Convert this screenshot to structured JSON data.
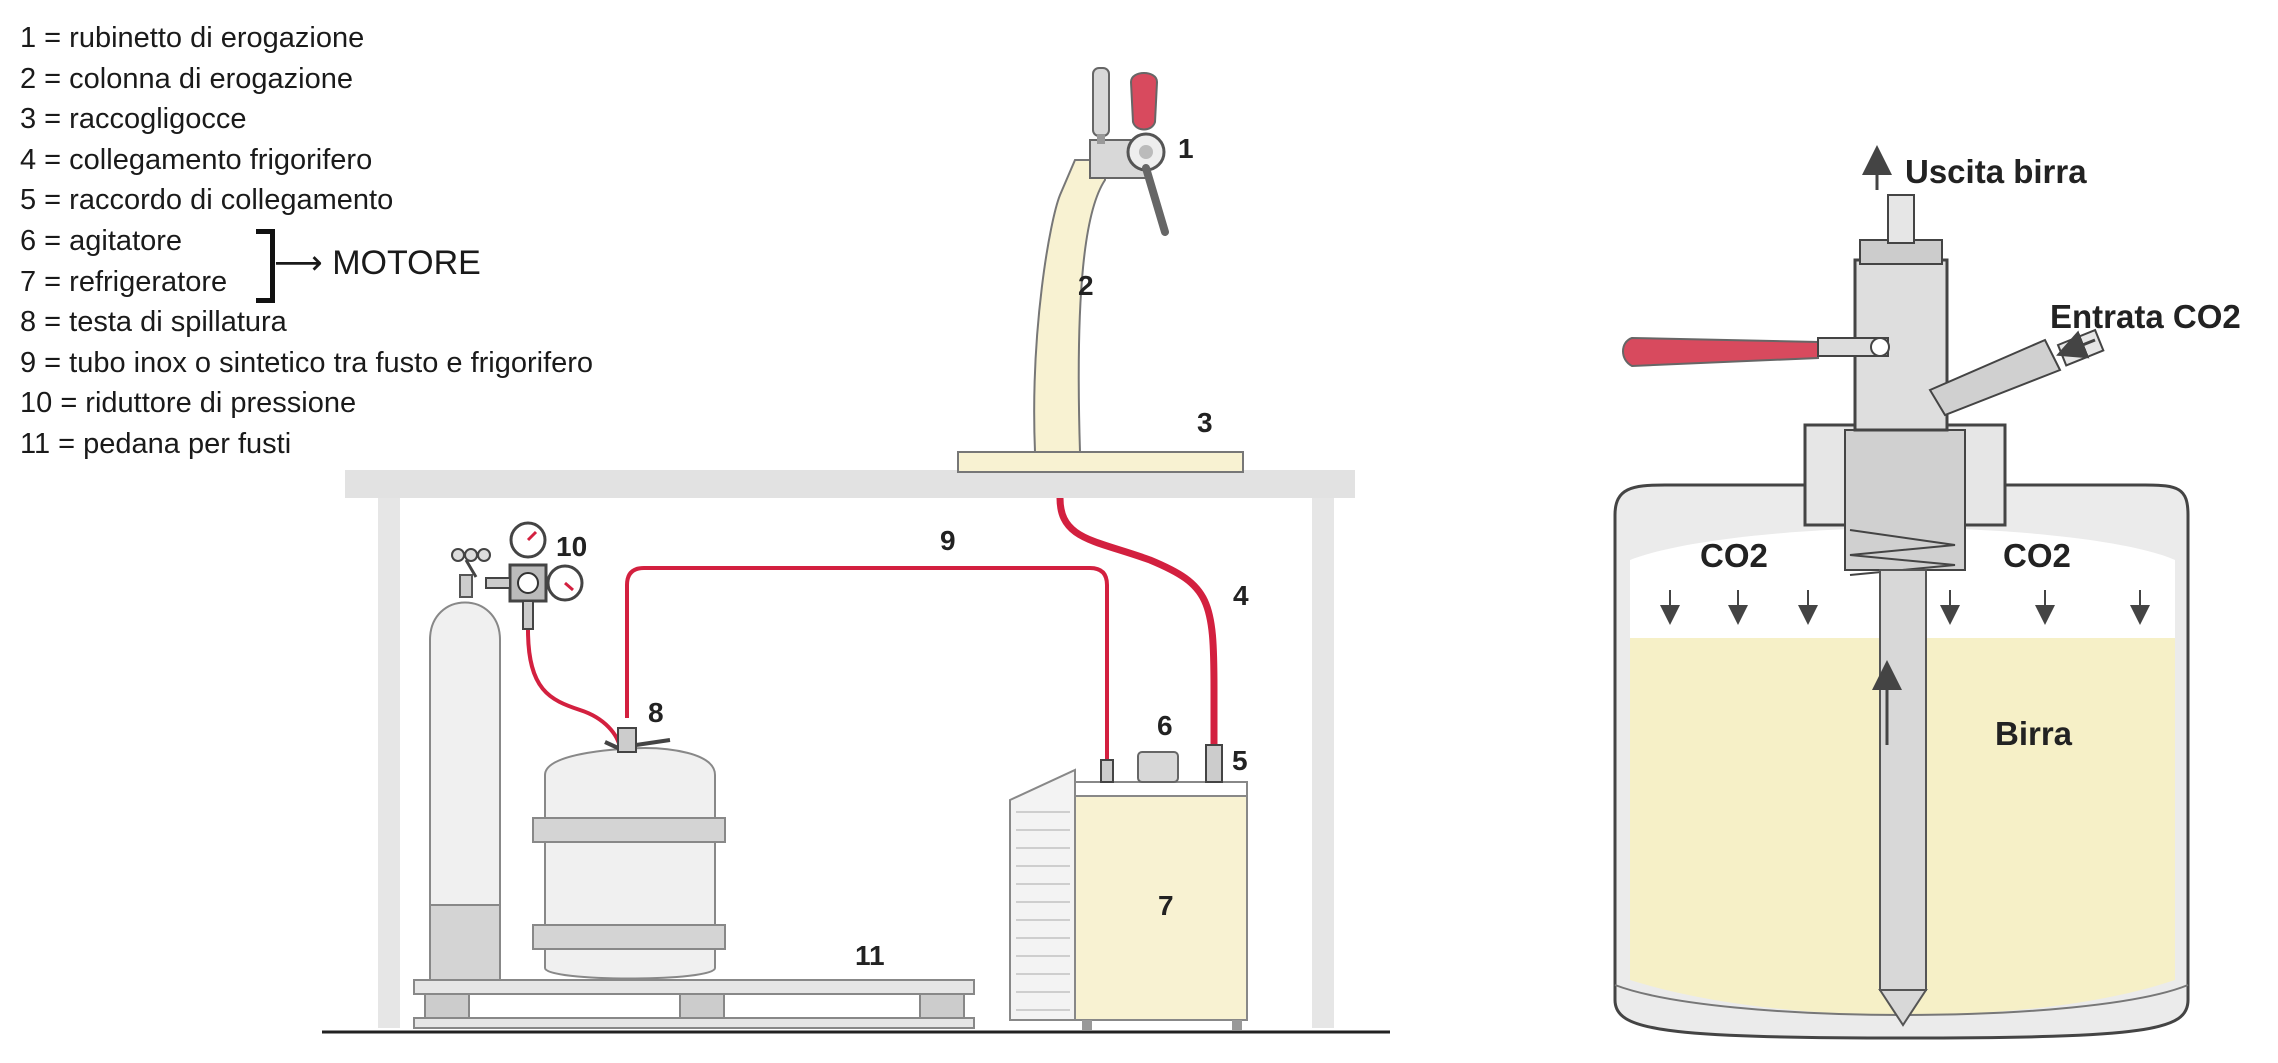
{
  "legend": [
    "1 = rubinetto di erogazione",
    "2 = colonna di erogazione",
    "3 = raccogligocce",
    "4 = collegamento frigorifero",
    "5 = raccordo di collegamento",
    "6 = agitatore",
    "7 = refrigeratore",
    "8 = testa di spillatura",
    "9 = tubo inox o sintetico tra fusto e frigorifero",
    "10 = riduttore di pressione",
    "11 = pedana per fusti"
  ],
  "group_label": "MOTORE",
  "callouts": {
    "n1": "1",
    "n2": "2",
    "n3": "3",
    "n4": "4",
    "n5": "5",
    "n6": "6",
    "n7": "7",
    "n8": "8",
    "n9": "9",
    "n10": "10",
    "n11": "11"
  },
  "keg_section": {
    "beer_outlet": "Uscita birra",
    "co2_inlet": "Entrata CO2",
    "gas_left": "CO2",
    "gas_right": "CO2",
    "liquid": "Birra"
  },
  "colors": {
    "hose_red": "#d3203f",
    "tap_handle_red": "#d84a5e",
    "cream": "#f8f2d2",
    "beer": "#f6f0c7",
    "counter_gray": "#e2e2e2",
    "metal_gray": "#d8d8d8"
  }
}
